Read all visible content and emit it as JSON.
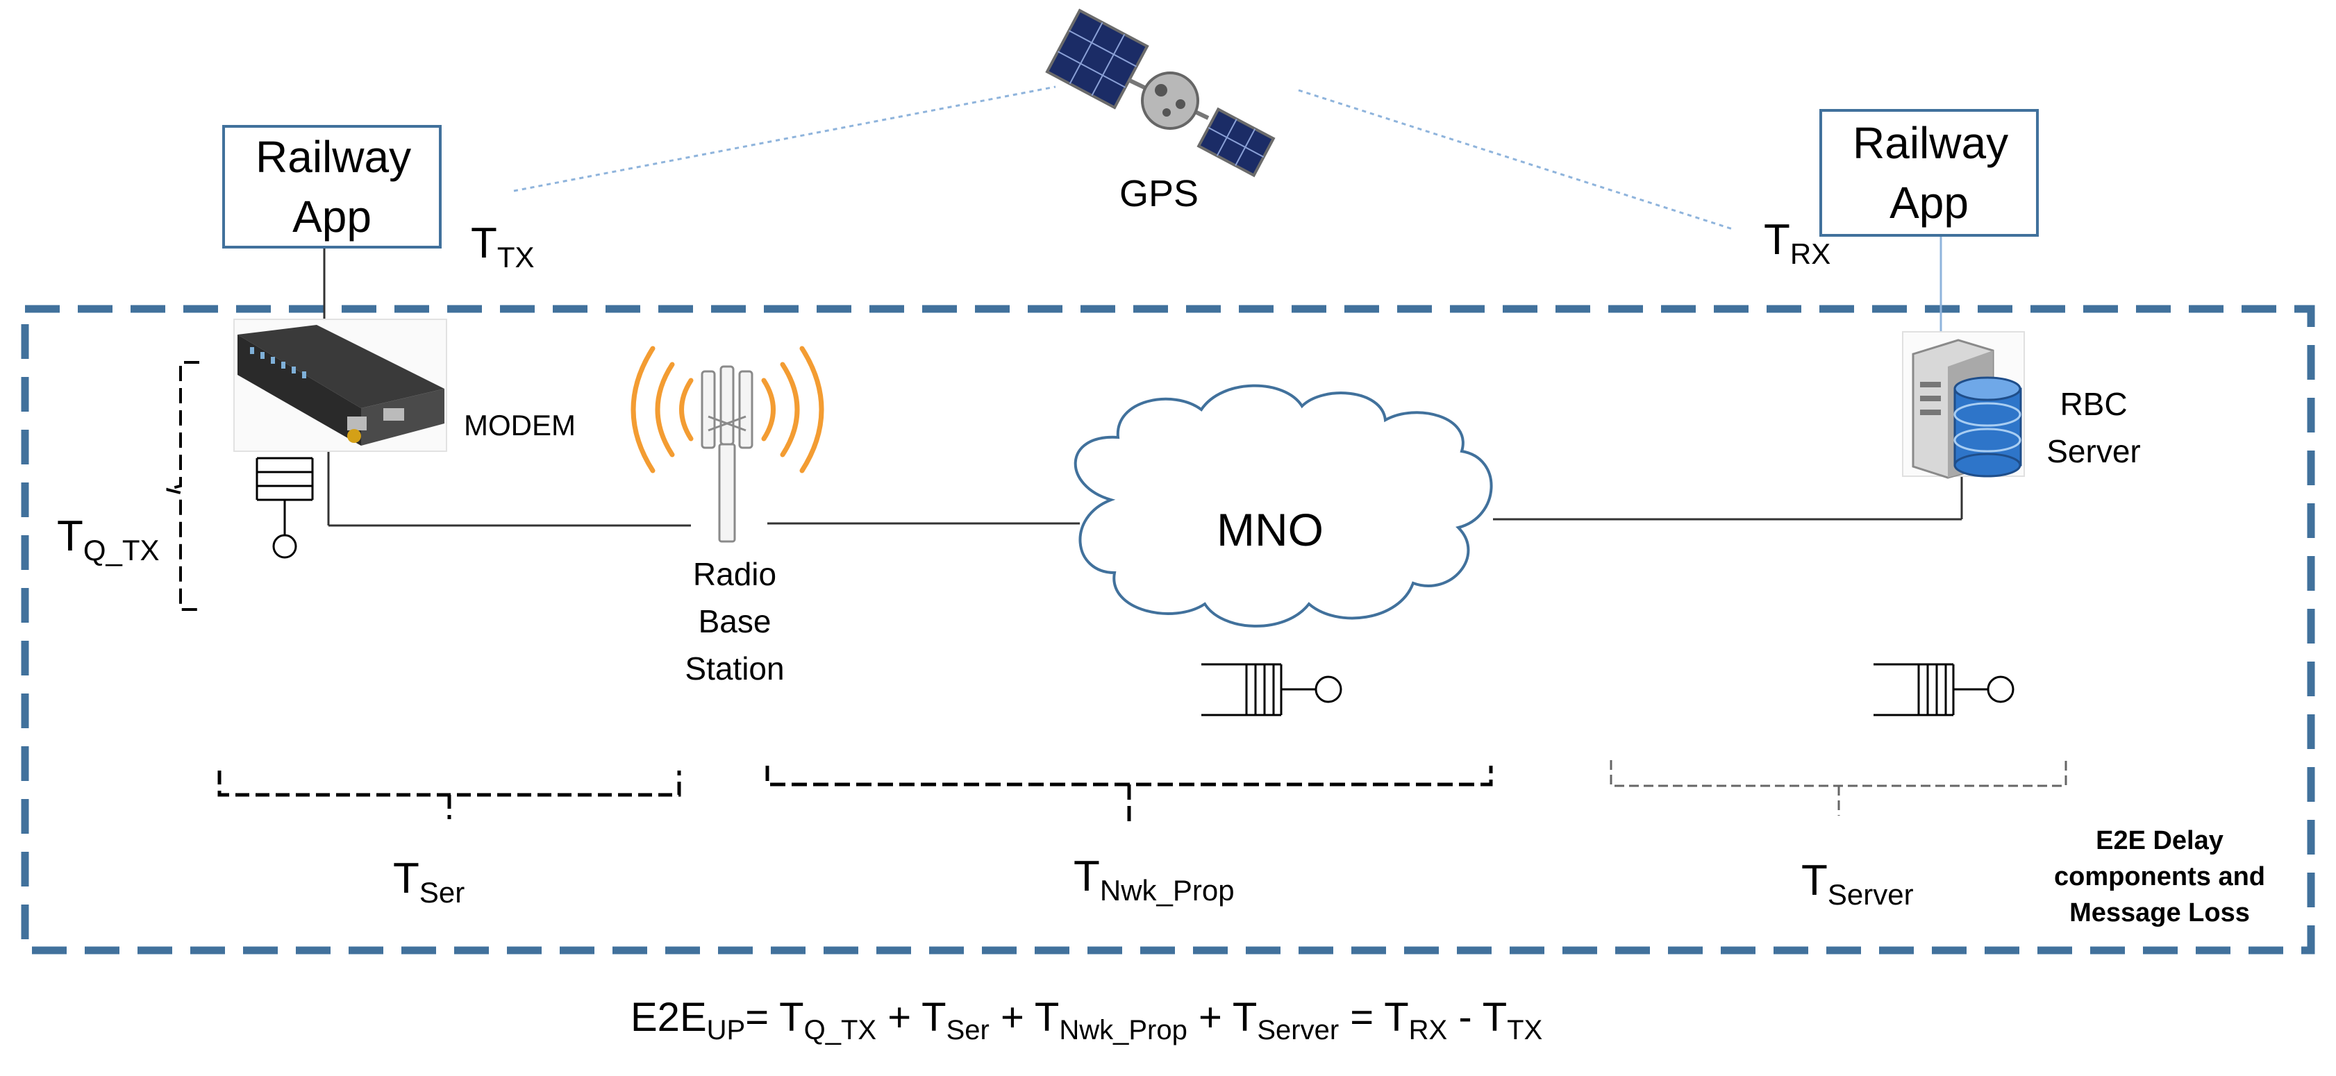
{
  "labels": {
    "app_left": "Railway App",
    "app_right": "Railway App",
    "gps": "GPS",
    "t": "T",
    "tx": "TX",
    "rx": "RX",
    "modem": "MODEM",
    "q_tx": "Q_TX",
    "radio_base_station": "Radio Base Station",
    "mno": "MNO",
    "rbc_server": "RBC Server",
    "ser": "Ser",
    "nwk_prop": "Nwk_Prop",
    "server": "Server",
    "e2e_box_label": "E2E Delay components and Message Loss"
  },
  "formula": {
    "lhs": "E2E",
    "lhs_sub": "UP",
    "eq": "= ",
    "t": "T",
    "s1": "Q_TX",
    "plus": " + ",
    "s2": "Ser",
    "s3": "Nwk_Prop",
    "s4": "Server",
    "eq2": " = ",
    "s5": "RX",
    "minus": " - ",
    "s6": "TX"
  },
  "colors": {
    "frame": "#41719c",
    "antenna_waves": "#f39c32",
    "link": "#9dc3e6"
  },
  "icons": [
    "satellite-icon",
    "modem-icon",
    "antenna-icon",
    "cloud-icon",
    "server-icon",
    "queue-icon"
  ]
}
